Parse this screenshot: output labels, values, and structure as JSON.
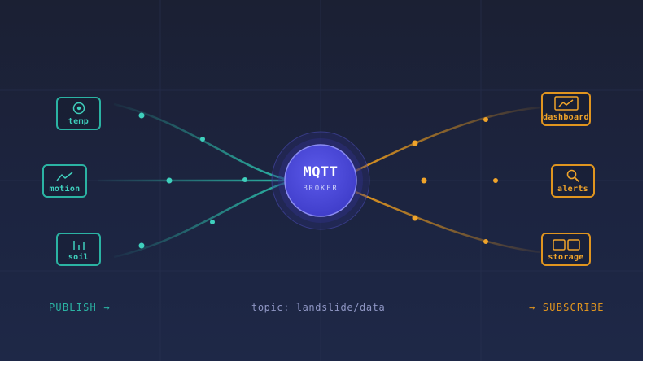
{
  "broker": {
    "title": "MQTT",
    "subtitle": "BROKER"
  },
  "publishers": [
    {
      "label": "temp",
      "icon": "target-icon"
    },
    {
      "label": "motion",
      "icon": "trend-line-icon"
    },
    {
      "label": "soil",
      "icon": "signal-bars-icon"
    }
  ],
  "subscribers": [
    {
      "label": "dashboard",
      "icon": "chart-screen-icon"
    },
    {
      "label": "alerts",
      "icon": "search-icon"
    },
    {
      "label": "storage",
      "icon": "storage-blocks-icon"
    }
  ],
  "footer": {
    "publish": "PUBLISH →",
    "topic": "topic: landslide/data",
    "subscribe": "→ SUBSCRIBE"
  },
  "colors": {
    "background": "#1c2440",
    "publish": "#2bb3a3",
    "subscribe": "#e0951f",
    "broker": "#4b49d8",
    "topic": "#8f96c4"
  }
}
